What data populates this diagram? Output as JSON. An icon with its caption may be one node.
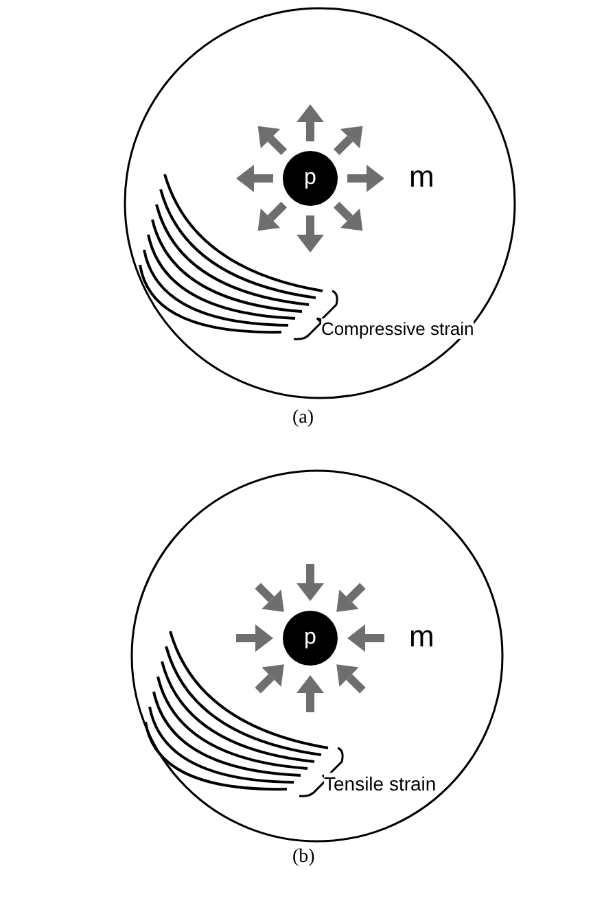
{
  "diagram": {
    "nodes": [
      {
        "text": [],
        "shape": "circle"
      },
      {
        "text": [
          "p"
        ],
        "in": 0
      },
      {
        "text": [],
        "shape": "circle"
      },
      {
        "text": [
          "p"
        ],
        "in": 2
      }
    ],
    "labels": [
      "m",
      "Compressive strain",
      "(a)",
      "m",
      "Tensile strain",
      "(b)"
    ]
  }
}
